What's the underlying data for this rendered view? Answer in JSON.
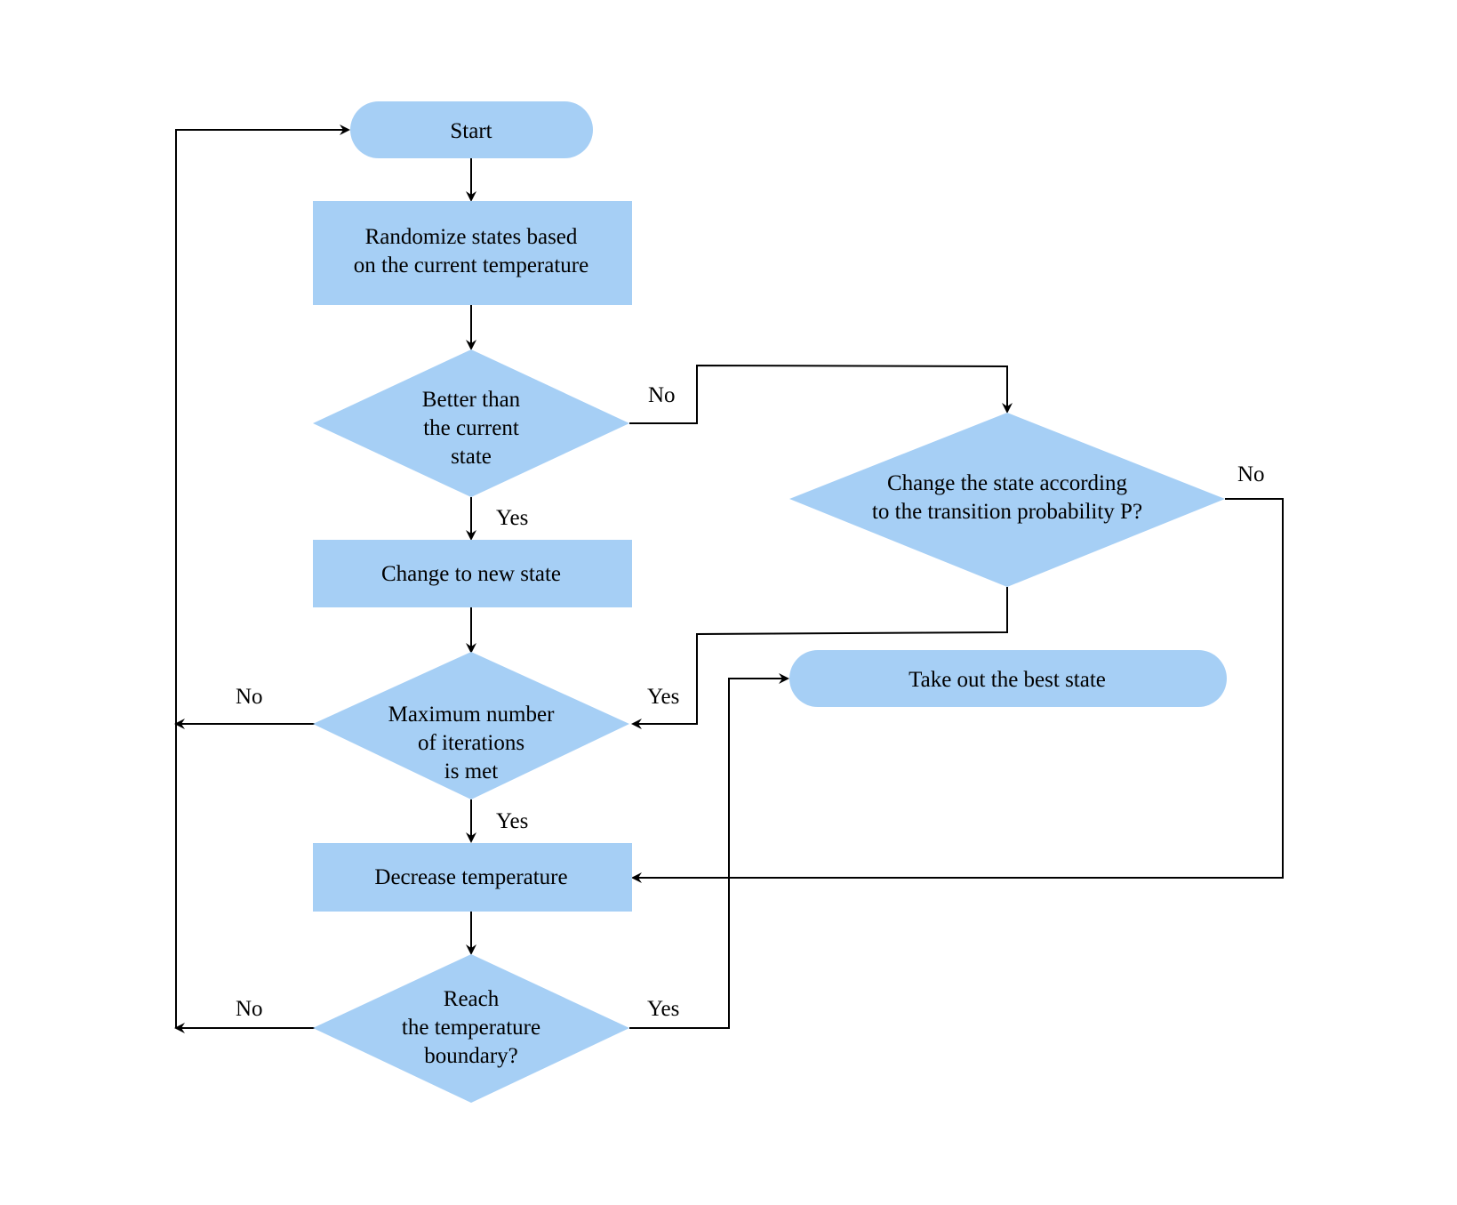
{
  "nodes": {
    "start": {
      "lines": [
        "Start"
      ]
    },
    "randomize": {
      "lines": [
        "Randomize states based",
        "on the current temperature"
      ]
    },
    "better": {
      "lines": [
        "Better than",
        "the current",
        "state"
      ]
    },
    "change_new": {
      "lines": [
        "Change to new state"
      ]
    },
    "transition": {
      "lines": [
        "Change the state according",
        "to the transition probability P?"
      ]
    },
    "take_best": {
      "lines": [
        "Take out the best state"
      ]
    },
    "max_iter": {
      "lines": [
        "Maximum number",
        "of iterations",
        "is met"
      ]
    },
    "decrease": {
      "lines": [
        "Decrease temperature"
      ]
    },
    "reach": {
      "lines": [
        "Reach",
        "the temperature",
        "boundary?"
      ]
    }
  },
  "edge_labels": {
    "better_no": "No",
    "better_yes": "Yes",
    "transition_no": "No",
    "transition_yes": "Yes",
    "max_iter_no": "No",
    "max_iter_yes": "Yes",
    "reach_no": "No",
    "reach_yes": "Yes"
  }
}
